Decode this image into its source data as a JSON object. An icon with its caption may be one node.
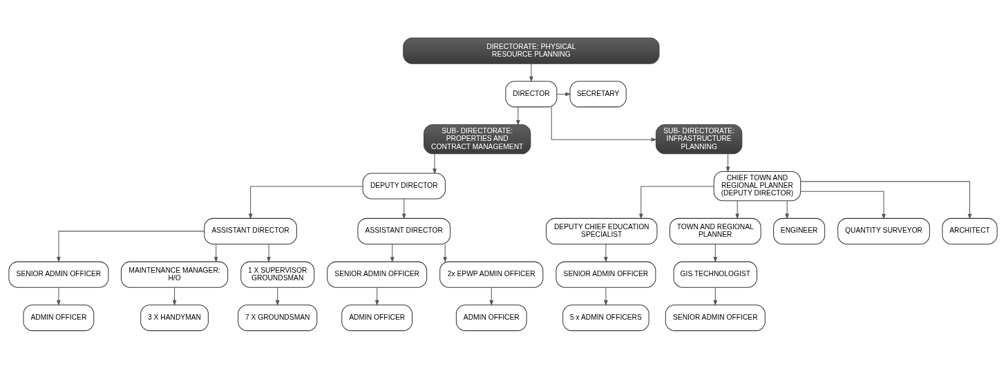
{
  "diagram": {
    "nodes": [
      {
        "text": [
          "DIRECTORATE: PHYSICAL RESOURCE PLANNING"
        ]
      },
      {
        "text": [
          "DIRECTOR"
        ]
      },
      {
        "text": [
          "SECRETARY"
        ]
      },
      {
        "text": [
          "SUB- DIRECTORATE: PROPERTIES AND CONTRACT MANAGEMENT"
        ]
      },
      {
        "text": [
          "SUB- DIRECTORATE: INFRASTRUCTURE PLANNING"
        ]
      },
      {
        "text": [
          "DEPUTY DIRECTOR"
        ]
      },
      {
        "text": [
          "CHIEF TOWN AND REGIONAL PLANNER (DEPUTY DIRECTOR)"
        ]
      },
      {
        "text": [
          "ASSISTANT DIRECTOR"
        ]
      },
      {
        "text": [
          "ASSISTANT DIRECTOR"
        ]
      },
      {
        "text": [
          "DEPUTY CHIEF EDUCATION SPECIALIST"
        ]
      },
      {
        "text": [
          "TOWN AND REGIONAL PLANNER"
        ]
      },
      {
        "text": [
          "ENGINEER"
        ]
      },
      {
        "text": [
          "QUANTITY SURVEYOR"
        ]
      },
      {
        "text": [
          "ARCHITECT"
        ]
      },
      {
        "text": [
          "SENIOR ADMIN OFFICER"
        ]
      },
      {
        "text": [
          "MAINTENANCE MANAGER: H/O"
        ]
      },
      {
        "text": [
          "1 X SUPERVISOR GROUNDSMAN"
        ]
      },
      {
        "text": [
          "SENIOR ADMIN OFFICER"
        ]
      },
      {
        "text": [
          "2x EPWP ADMIN OFFICER"
        ]
      },
      {
        "text": [
          "SENIOR ADMIN OFFICER"
        ]
      },
      {
        "text": [
          "GIS TECHNOLOGIST"
        ]
      },
      {
        "text": [
          "ADMIN OFFICER"
        ]
      },
      {
        "text": [
          "3 X HANDYMAN"
        ]
      },
      {
        "text": [
          "7 X GROUNDSMAN"
        ]
      },
      {
        "text": [
          "ADMIN OFFICER"
        ]
      },
      {
        "text": [
          "ADMIN OFFICER"
        ]
      },
      {
        "text": [
          "5 x ADMIN OFFICERS"
        ]
      },
      {
        "text": [
          "SENIOR ADMIN OFFICER"
        ]
      }
    ],
    "edges": [
      {
        "from": 0,
        "to": 1,
        "arrow": "to"
      },
      {
        "from": 1,
        "to": 2,
        "arrow": "to"
      },
      {
        "from": 1,
        "to": 3,
        "arrow": "to"
      },
      {
        "from": 1,
        "to": 4,
        "arrow": "to"
      },
      {
        "from": 3,
        "to": 5,
        "arrow": "to"
      },
      {
        "from": 4,
        "to": 6,
        "arrow": "to"
      },
      {
        "from": 5,
        "to": 7,
        "arrow": "to"
      },
      {
        "from": 5,
        "to": 8,
        "arrow": "to"
      },
      {
        "from": 6,
        "to": 9,
        "arrow": "to"
      },
      {
        "from": 6,
        "to": 10,
        "arrow": "to"
      },
      {
        "from": 6,
        "to": 11,
        "arrow": "to"
      },
      {
        "from": 6,
        "to": 12,
        "arrow": "to"
      },
      {
        "from": 6,
        "to": 13,
        "arrow": "to"
      },
      {
        "from": 7,
        "to": 14,
        "arrow": "to"
      },
      {
        "from": 7,
        "to": 15,
        "arrow": "to"
      },
      {
        "from": 7,
        "to": 16,
        "arrow": "to"
      },
      {
        "from": 8,
        "to": 17,
        "arrow": "to"
      },
      {
        "from": 8,
        "to": 18,
        "arrow": "to"
      },
      {
        "from": 9,
        "to": 19,
        "arrow": "to"
      },
      {
        "from": 10,
        "to": 20,
        "arrow": "to"
      },
      {
        "from": 14,
        "to": 21,
        "arrow": "to"
      },
      {
        "from": 15,
        "to": 22,
        "arrow": "to"
      },
      {
        "from": 16,
        "to": 23,
        "arrow": "to"
      },
      {
        "from": 17,
        "to": 24,
        "arrow": "to"
      },
      {
        "from": 18,
        "to": 25,
        "arrow": "to"
      },
      {
        "from": 19,
        "to": 26,
        "arrow": "to"
      },
      {
        "from": 20,
        "to": 27,
        "arrow": "to"
      }
    ]
  }
}
